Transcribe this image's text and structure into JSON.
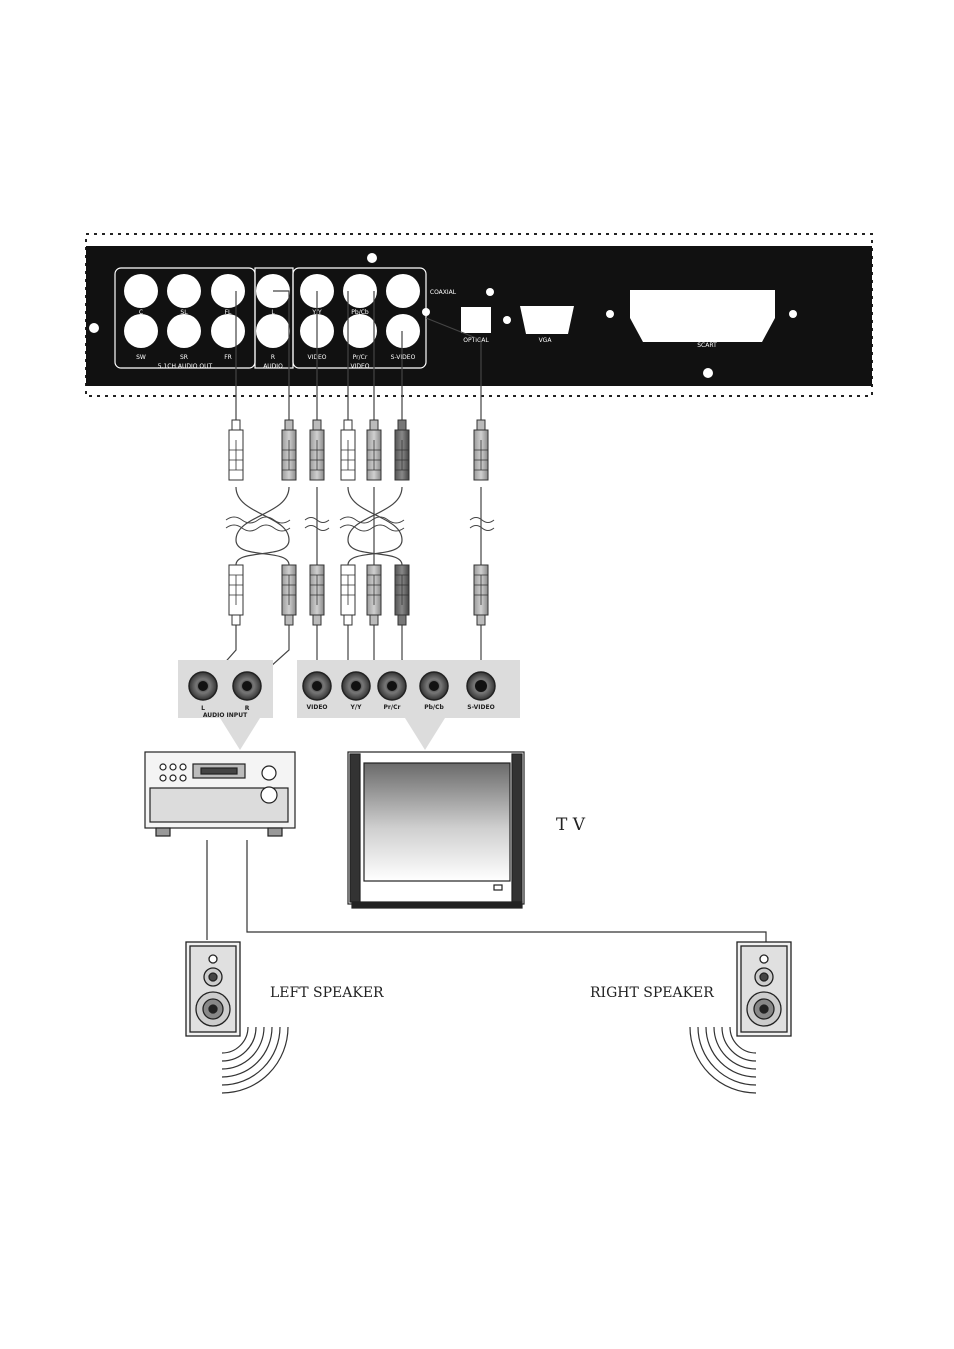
{
  "panel": {
    "labels": {
      "c": "C",
      "sl": "SL",
      "fl": "FL",
      "l": "L",
      "sw": "SW",
      "sr": "SR",
      "fr": "FR",
      "r": "R",
      "y_y": "Y/Y",
      "pb_cb": "Pb/Cb",
      "video": "VIDEO",
      "pr_cr": "Pr/Cr",
      "s_video": "S-VIDEO",
      "audio_out": "5.1CH AUDIO OUT",
      "audio": "AUDIO",
      "video_group": "VIDEO",
      "coaxial": "COAXIAL",
      "optical": "OPTICAL",
      "vga": "VGA",
      "scart": "SCART"
    }
  },
  "amp_input": {
    "l": "L",
    "r": "R",
    "title": "AUDIO INPUT"
  },
  "tv_input": {
    "video": "VIDEO",
    "y_y": "Y/Y",
    "pr_cr": "Pr/Cr",
    "pb_cb": "Pb/Cb",
    "s_video": "S-VIDEO"
  },
  "tv_label": "T V",
  "left_speaker_label": "LEFT SPEAKER",
  "right_speaker_label": "RIGHT SPEAKER",
  "colors": {
    "panel": "#111111",
    "grey_box": "#dcdcdc",
    "line": "#333333"
  }
}
